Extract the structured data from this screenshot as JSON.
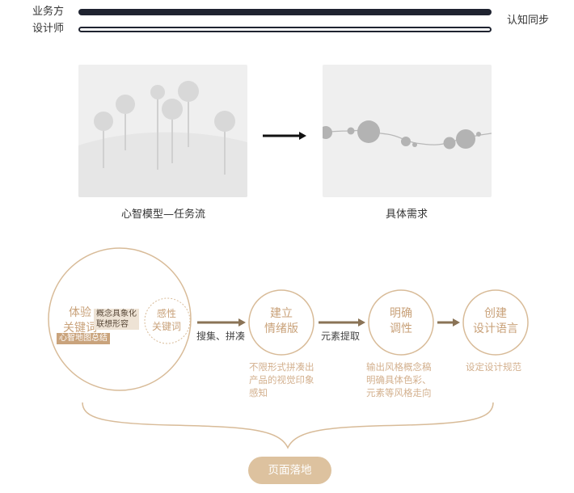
{
  "legend": {
    "business": "业务方",
    "designer": "设计师",
    "sync": "认知同步"
  },
  "colors": {
    "dark_bar": "#1f2330",
    "gold": "#c9a27a",
    "gold_light": "#ddc29f",
    "card_bg": "#efefef"
  },
  "cards": {
    "left_caption": "心智模型—任务流",
    "right_caption": "具体需求"
  },
  "process": {
    "big_circle": {
      "title_line1": "体验",
      "title_line2": "关键词",
      "tag_line1": "概念具象化",
      "tag_line2": "联想形容",
      "tag_summary": "心智地图总结",
      "inner_line1": "感性",
      "inner_line2": "关键词"
    },
    "arrow1_label": "搜集、拼凑",
    "step1": {
      "line1": "建立",
      "line2": "情绪版",
      "desc": [
        "不限形式拼凑出",
        "产品的视觉印象",
        "感知"
      ]
    },
    "arrow2_label": "元素提取",
    "step2": {
      "line1": "明确",
      "line2": "调性",
      "desc": [
        "输出风格概念稿",
        "明确具体色彩、",
        "元素等风格走向"
      ]
    },
    "step3": {
      "line1": "创建",
      "line2": "设计语言",
      "desc": [
        "设定设计规范"
      ]
    },
    "result_button": "页面落地"
  }
}
